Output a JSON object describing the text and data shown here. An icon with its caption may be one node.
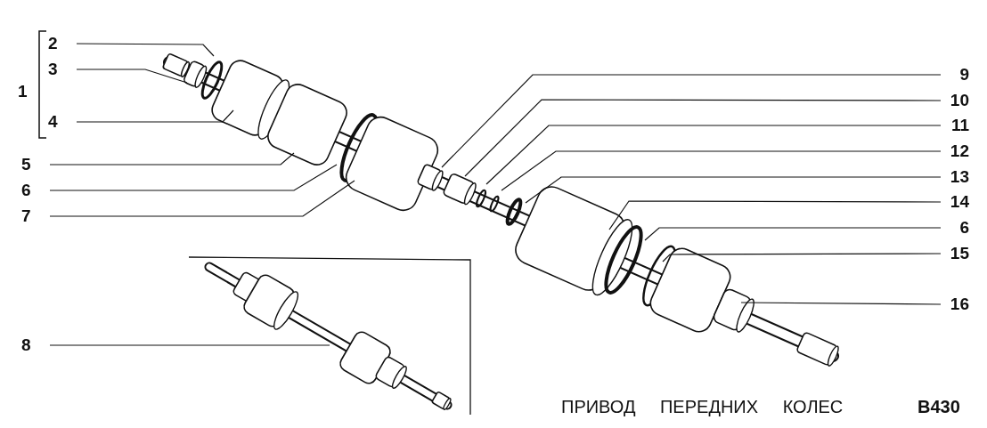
{
  "diagram": {
    "title": "ПРИВОД ПЕРЕДНИХ КОЛЕС",
    "nodes": [
      {
        "text": [
          "2"
        ]
      },
      {
        "text": [
          "3"
        ]
      },
      {
        "text": [
          "4"
        ]
      },
      {
        "text": [
          "5"
        ]
      },
      {
        "text": [
          "6"
        ]
      },
      {
        "text": [
          "7"
        ]
      },
      {
        "text": [
          "9"
        ]
      },
      {
        "text": [
          "10"
        ]
      },
      {
        "text": [
          "11"
        ]
      },
      {
        "text": [
          "12"
        ]
      },
      {
        "text": [
          "13"
        ]
      },
      {
        "text": [
          "14"
        ]
      },
      {
        "text": [
          "6"
        ]
      },
      {
        "text": [
          "15"
        ]
      },
      {
        "text": [
          "16"
        ]
      },
      {
        "text": [
          "8"
        ]
      }
    ],
    "edges": [
      {
        "from": 0,
        "to": null,
        "arrow": "none"
      },
      {
        "from": 1,
        "to": null,
        "arrow": "none"
      },
      {
        "from": 2,
        "to": null,
        "arrow": "none"
      },
      {
        "from": 3,
        "to": null,
        "arrow": "none"
      },
      {
        "from": 4,
        "to": null,
        "arrow": "none"
      },
      {
        "from": 5,
        "to": null,
        "arrow": "none"
      },
      {
        "from": 6,
        "to": null,
        "arrow": "none"
      },
      {
        "from": 7,
        "to": null,
        "arrow": "none"
      },
      {
        "from": 8,
        "to": null,
        "arrow": "none"
      },
      {
        "from": 9,
        "to": null,
        "arrow": "none"
      },
      {
        "from": 10,
        "to": null,
        "arrow": "none"
      },
      {
        "from": 11,
        "to": null,
        "arrow": "none"
      },
      {
        "from": 12,
        "to": null,
        "arrow": "none"
      },
      {
        "from": 13,
        "to": null,
        "arrow": "none"
      },
      {
        "from": 14,
        "to": null,
        "arrow": "none"
      },
      {
        "from": 15,
        "to": null,
        "arrow": "none"
      }
    ],
    "labels": [
      "1",
      "В430"
    ]
  }
}
